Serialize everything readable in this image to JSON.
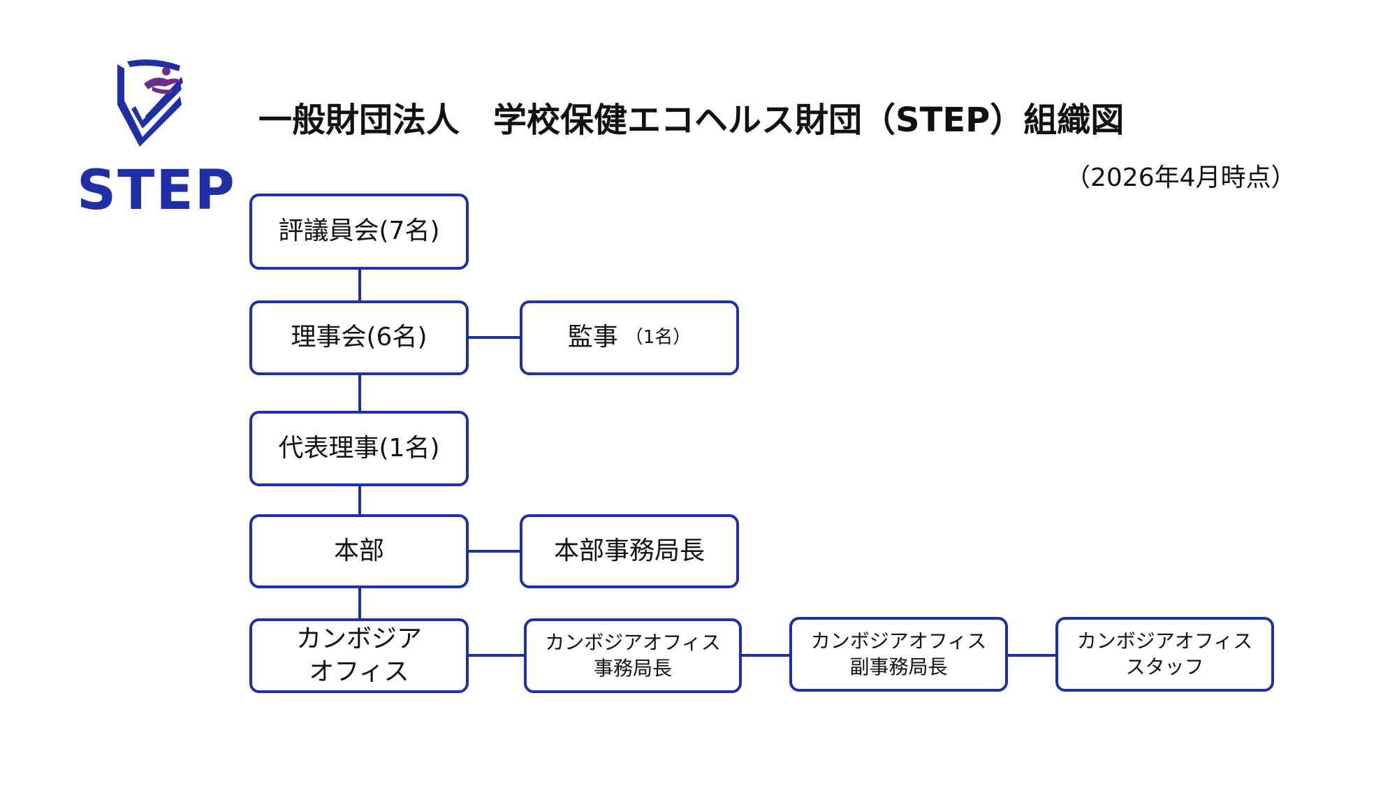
{
  "brand": {
    "logo_text": "STEP",
    "color": "#1f2fa8",
    "accent": "#6b2d8a"
  },
  "header": {
    "title": "一般財団法人　学校保健エコヘルス財団（STEP）組織図",
    "date": "（2026年4月時点）"
  },
  "chart": {
    "council": "評議員会(7名)",
    "board": "理事会(6名)",
    "auditor": {
      "label": "監事",
      "count": "（1名）"
    },
    "representative": "代表理事(1名)",
    "headquarters": "本部",
    "hq_secretary_general": "本部事務局長",
    "cambodia_office": "カンボジア\nオフィス",
    "cambodia_director": "カンボジアオフィス\n事務局長",
    "cambodia_deputy_director": "カンボジアオフィス\n副事務局長",
    "cambodia_staff": "カンボジアオフィス\nスタッフ"
  }
}
